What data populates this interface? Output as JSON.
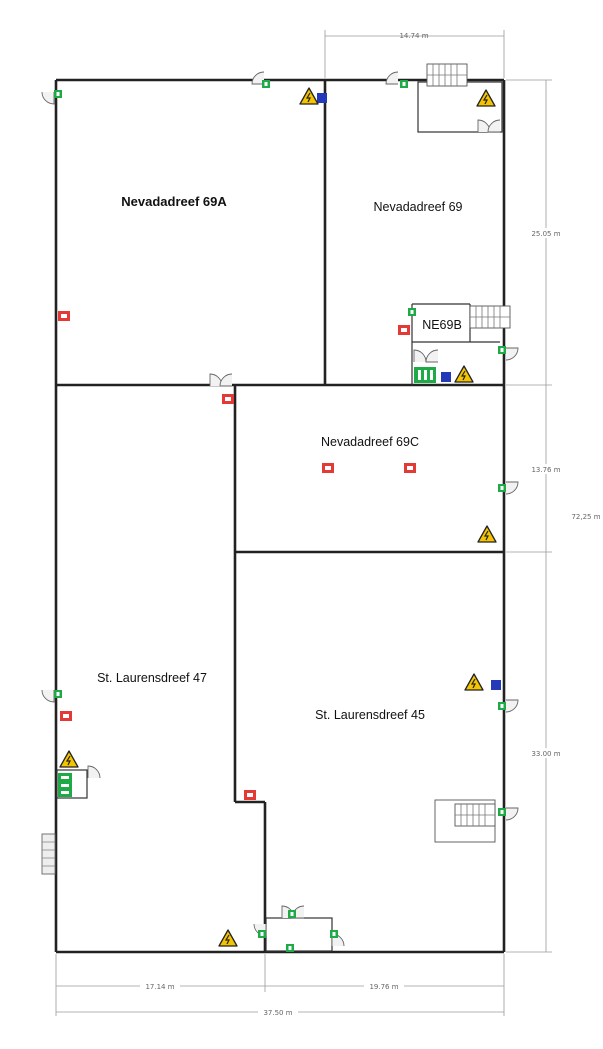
{
  "rooms": {
    "nevadadreef_69a": "Nevadadreef 69A",
    "nevadadreef_69": "Nevadadreef 69",
    "ne69b": "NE69B",
    "nevadadreef_69c": "Nevadadreef 69C",
    "st_laurensdreef_47": "St. Laurensdreef 47",
    "st_laurensdreef_45": "St. Laurensdreef 45"
  },
  "dimensions": {
    "top_width": "14.74 m",
    "right_upper": "25.05 m",
    "right_middle": "13.76 m",
    "right_lower": "33.00 m",
    "total_height": "72,25 m",
    "bottom_left": "17.14 m",
    "bottom_right": "19.76 m",
    "total_width": "37.50 m"
  },
  "icons": {
    "warning": "high-voltage-warning-icon",
    "extinguisher": "fire-extinguisher-icon",
    "exit": "emergency-exit-icon",
    "door": "door-swing-icon",
    "stairs": "stairs-icon",
    "panel": "electrical-panel-icon"
  },
  "colors": {
    "wall": "#222222",
    "warning_fill": "#f4c400",
    "extinguisher": "#e53935",
    "exit": "#1faa48",
    "panel": "#2439b8"
  }
}
